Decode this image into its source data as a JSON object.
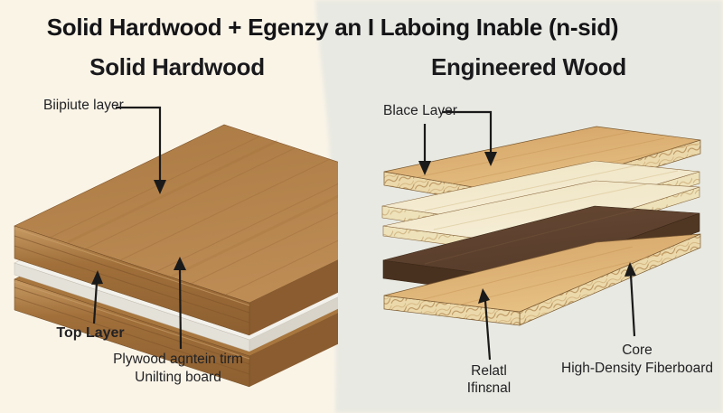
{
  "title": "Solid Hardwood + Egenzy an I Laboing Inable (n-sid)",
  "left_panel": {
    "heading": "Solid Hardwood",
    "labels": {
      "surface": "Biipiute layer",
      "bottom_left": "Top Layer",
      "underlay_line1": "Plywood agntein tirm",
      "underlay_line2": "Unilting board"
    },
    "layers": [
      "top hardwood plank",
      "white underlay sheet",
      "bottom hardwood plank"
    ]
  },
  "right_panel": {
    "heading": "Engineered Wood",
    "labels": {
      "top": "Blace Layer",
      "bottom_center_line1": "Relatl",
      "bottom_center_line2": "Ifinɛnal",
      "core_line1": "Core",
      "core_line2": "High-Density Fiberboard"
    },
    "layers": [
      "tan veneer plank",
      "cream ply plank",
      "cream ply plank",
      "dark core board",
      "tan backing plank"
    ]
  },
  "colors": {
    "background_left": "#faf4e7",
    "background_right": "#e8e9e2",
    "hardwood_top": "#b3814b",
    "hardwood_edge": "#9a6835",
    "underlay_white": "#f3f1eb",
    "tan_plank": "#ddaf70",
    "cream_plank": "#f3ebd1",
    "ply_edge": "#ecd9ab",
    "core_brown": "#5d4130",
    "arrow": "#1a1a1a",
    "text": "#1b1b1e"
  }
}
